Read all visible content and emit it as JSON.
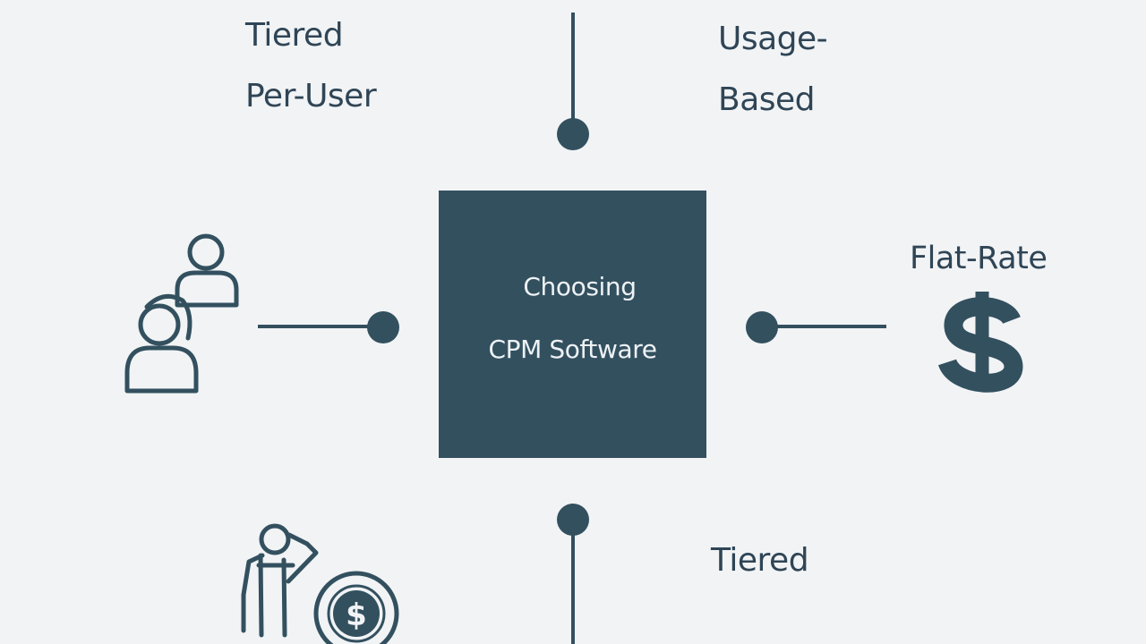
{
  "diagram": {
    "center": {
      "line1": "Choosing",
      "line2": "CPM Software"
    },
    "top_left": {
      "line1": "Tiered",
      "line2": "Per-User"
    },
    "top_right": {
      "line1": "Usage-",
      "line2": "Based"
    },
    "right": {
      "label": "Flat-Rate"
    },
    "bottom": {
      "label": "Tiered"
    }
  },
  "colors": {
    "background": "#f1f3f5",
    "primary": "#33505f",
    "center_text": "#edf2f5"
  },
  "icons": {
    "left": "users-icon",
    "right": "dollar-icon",
    "bottom_left": "person-with-coin-icon"
  }
}
